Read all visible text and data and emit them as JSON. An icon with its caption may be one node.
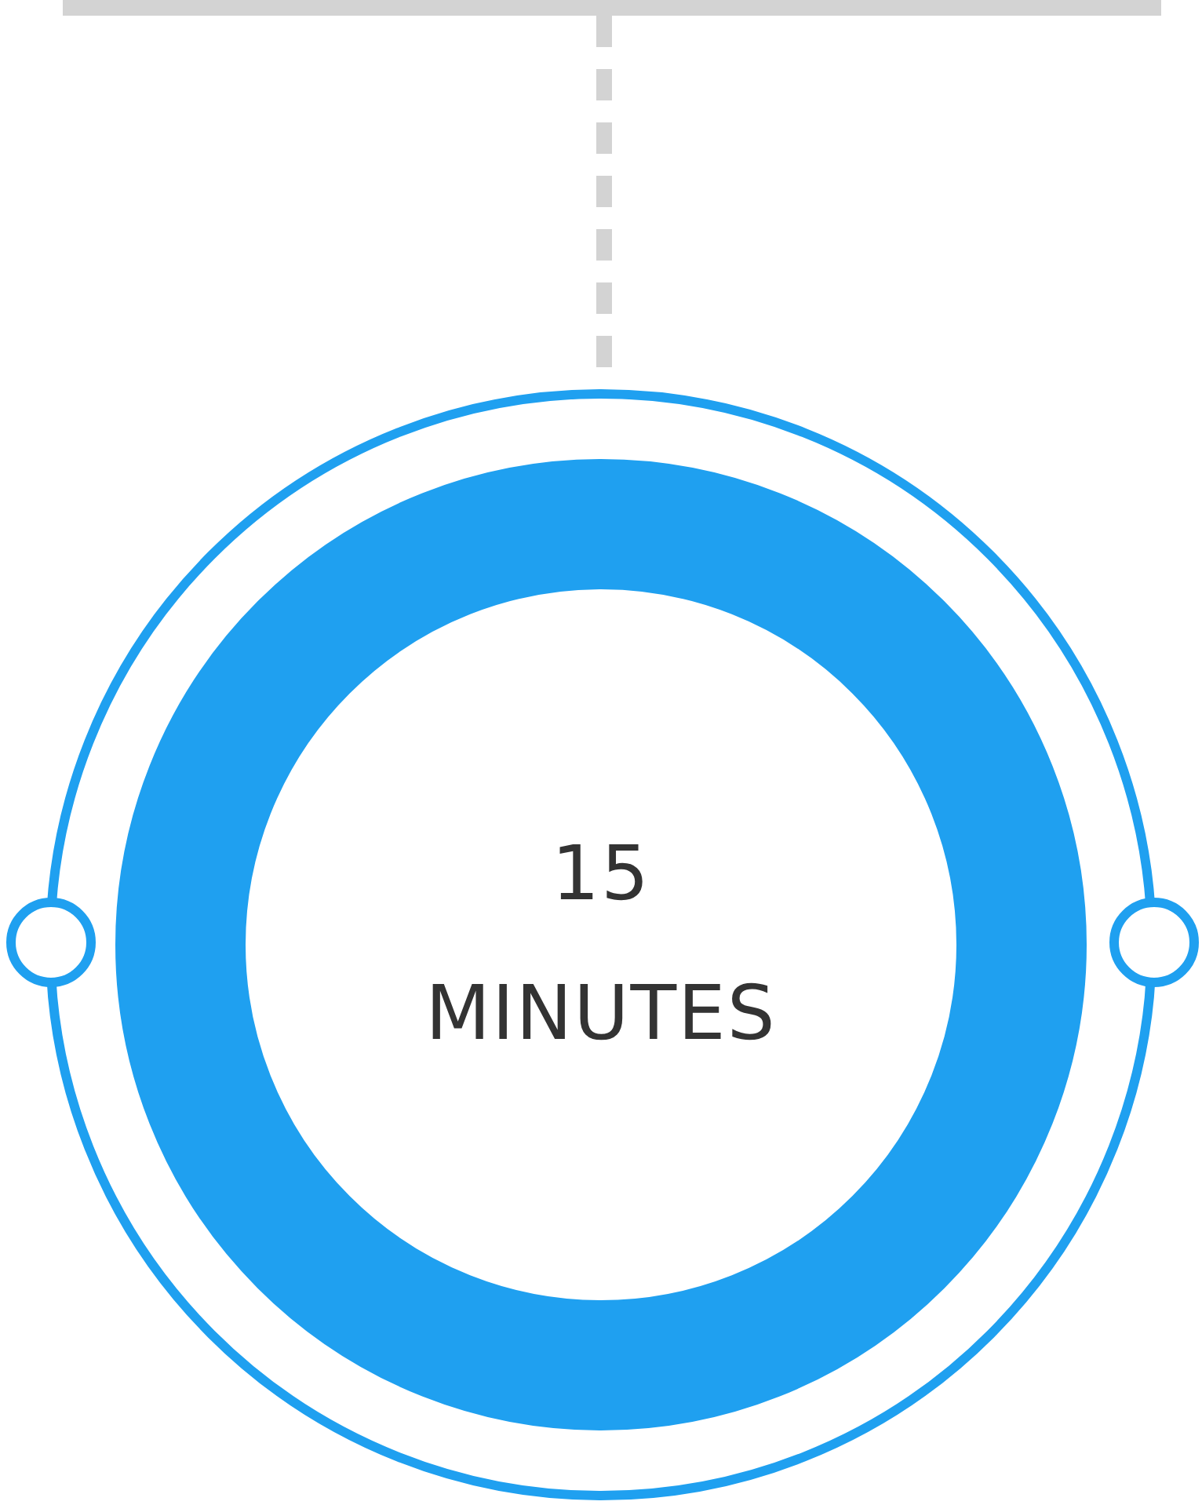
{
  "diagram": {
    "nodes": [
      {
        "text": [],
        "shape": "bar"
      },
      {
        "text": [
          "15 MINUTES"
        ]
      },
      {
        "text": [],
        "shape": "circle"
      },
      {
        "text": [],
        "shape": "circle"
      }
    ],
    "edges": [
      {
        "from": 0,
        "to": 1,
        "arrow": "none",
        "style": "dashed"
      }
    ]
  }
}
